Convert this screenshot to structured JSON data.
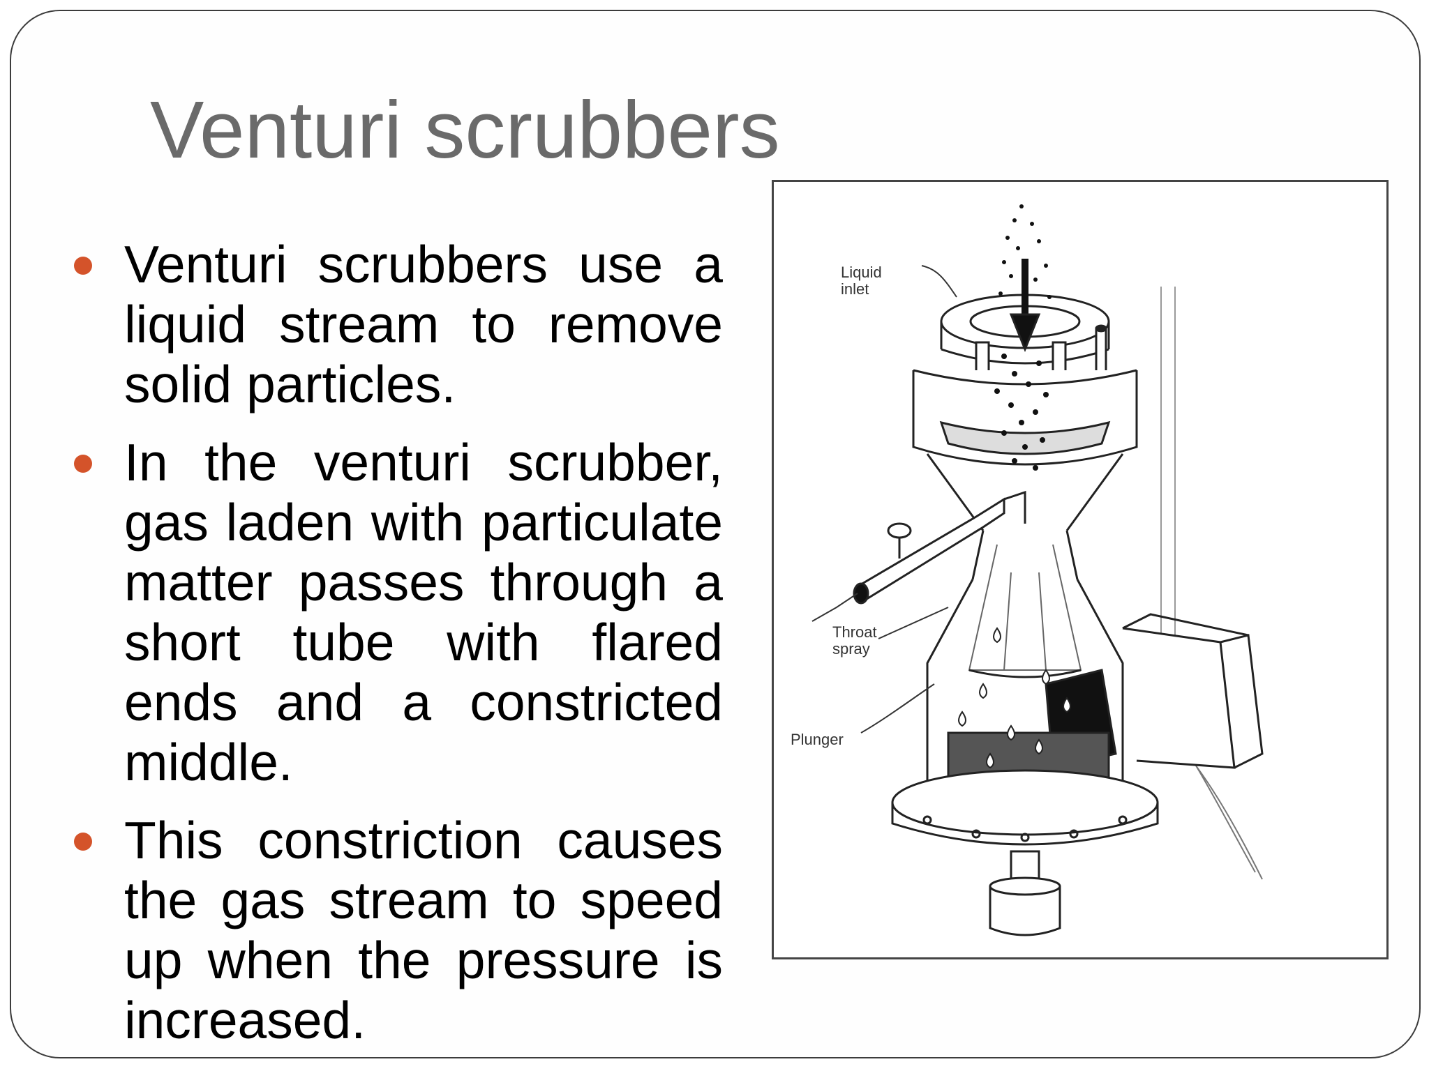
{
  "slide": {
    "title": "Venturi scrubbers",
    "accent_color": "#d4532a",
    "bullets": [
      "Venturi scrubbers use a liquid stream to remove solid particles.",
      "In the venturi scrubber, gas laden with particulate matter passes through a short tube with flared ends and a constricted middle.",
      "This constriction causes the gas stream to speed up when the pressure is increased."
    ]
  },
  "figure": {
    "labels": {
      "liquid_inlet": "Liquid\ninlet",
      "throat_spray": "Throat\nspray",
      "plunger": "Plunger"
    }
  }
}
